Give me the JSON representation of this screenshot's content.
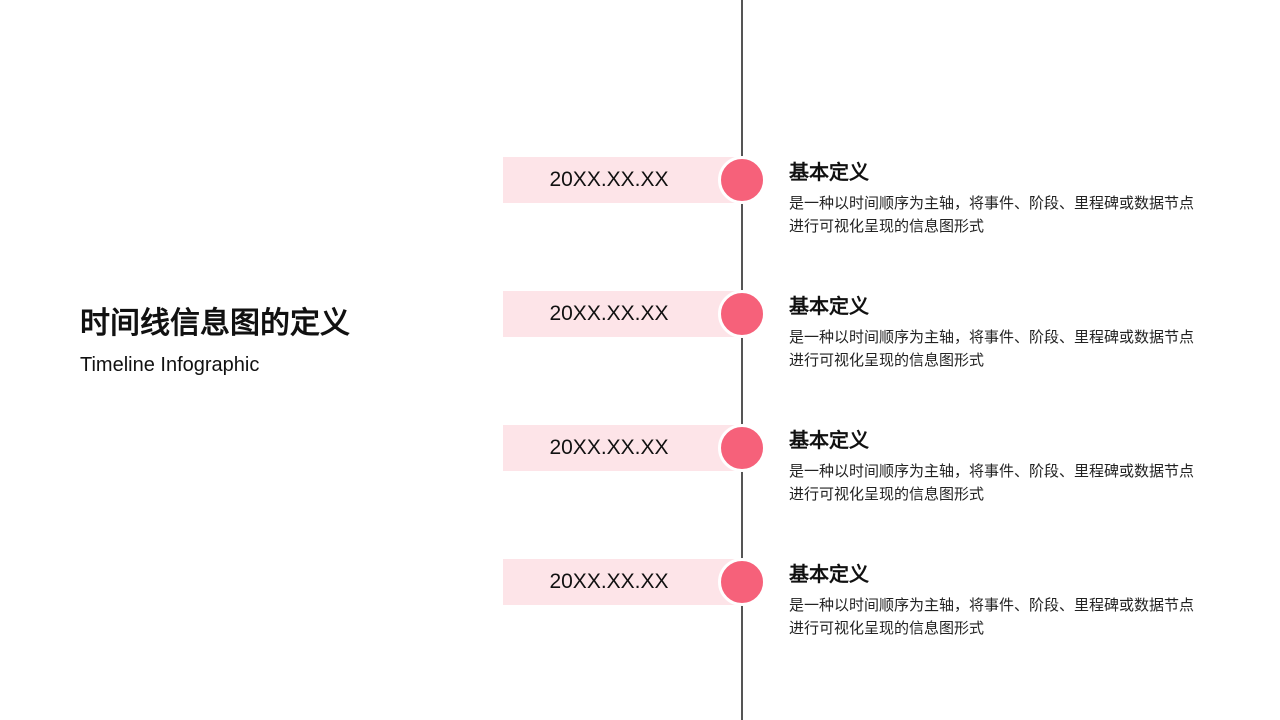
{
  "title": "时间线信息图的定义",
  "subtitle": "Timeline Infographic",
  "accent_color": "#f6617a",
  "label_bg_color": "#fde4e8",
  "items": [
    {
      "date": "20XX.XX.XX",
      "heading": "基本定义",
      "desc": "是一种以时间顺序为主轴，将事件、阶段、里程碑或数据节点进行可视化呈现的信息图形式"
    },
    {
      "date": "20XX.XX.XX",
      "heading": "基本定义",
      "desc": "是一种以时间顺序为主轴，将事件、阶段、里程碑或数据节点进行可视化呈现的信息图形式"
    },
    {
      "date": "20XX.XX.XX",
      "heading": "基本定义",
      "desc": "是一种以时间顺序为主轴，将事件、阶段、里程碑或数据节点进行可视化呈现的信息图形式"
    },
    {
      "date": "20XX.XX.XX",
      "heading": "基本定义",
      "desc": "是一种以时间顺序为主轴，将事件、阶段、里程碑或数据节点进行可视化呈现的信息图形式"
    }
  ]
}
